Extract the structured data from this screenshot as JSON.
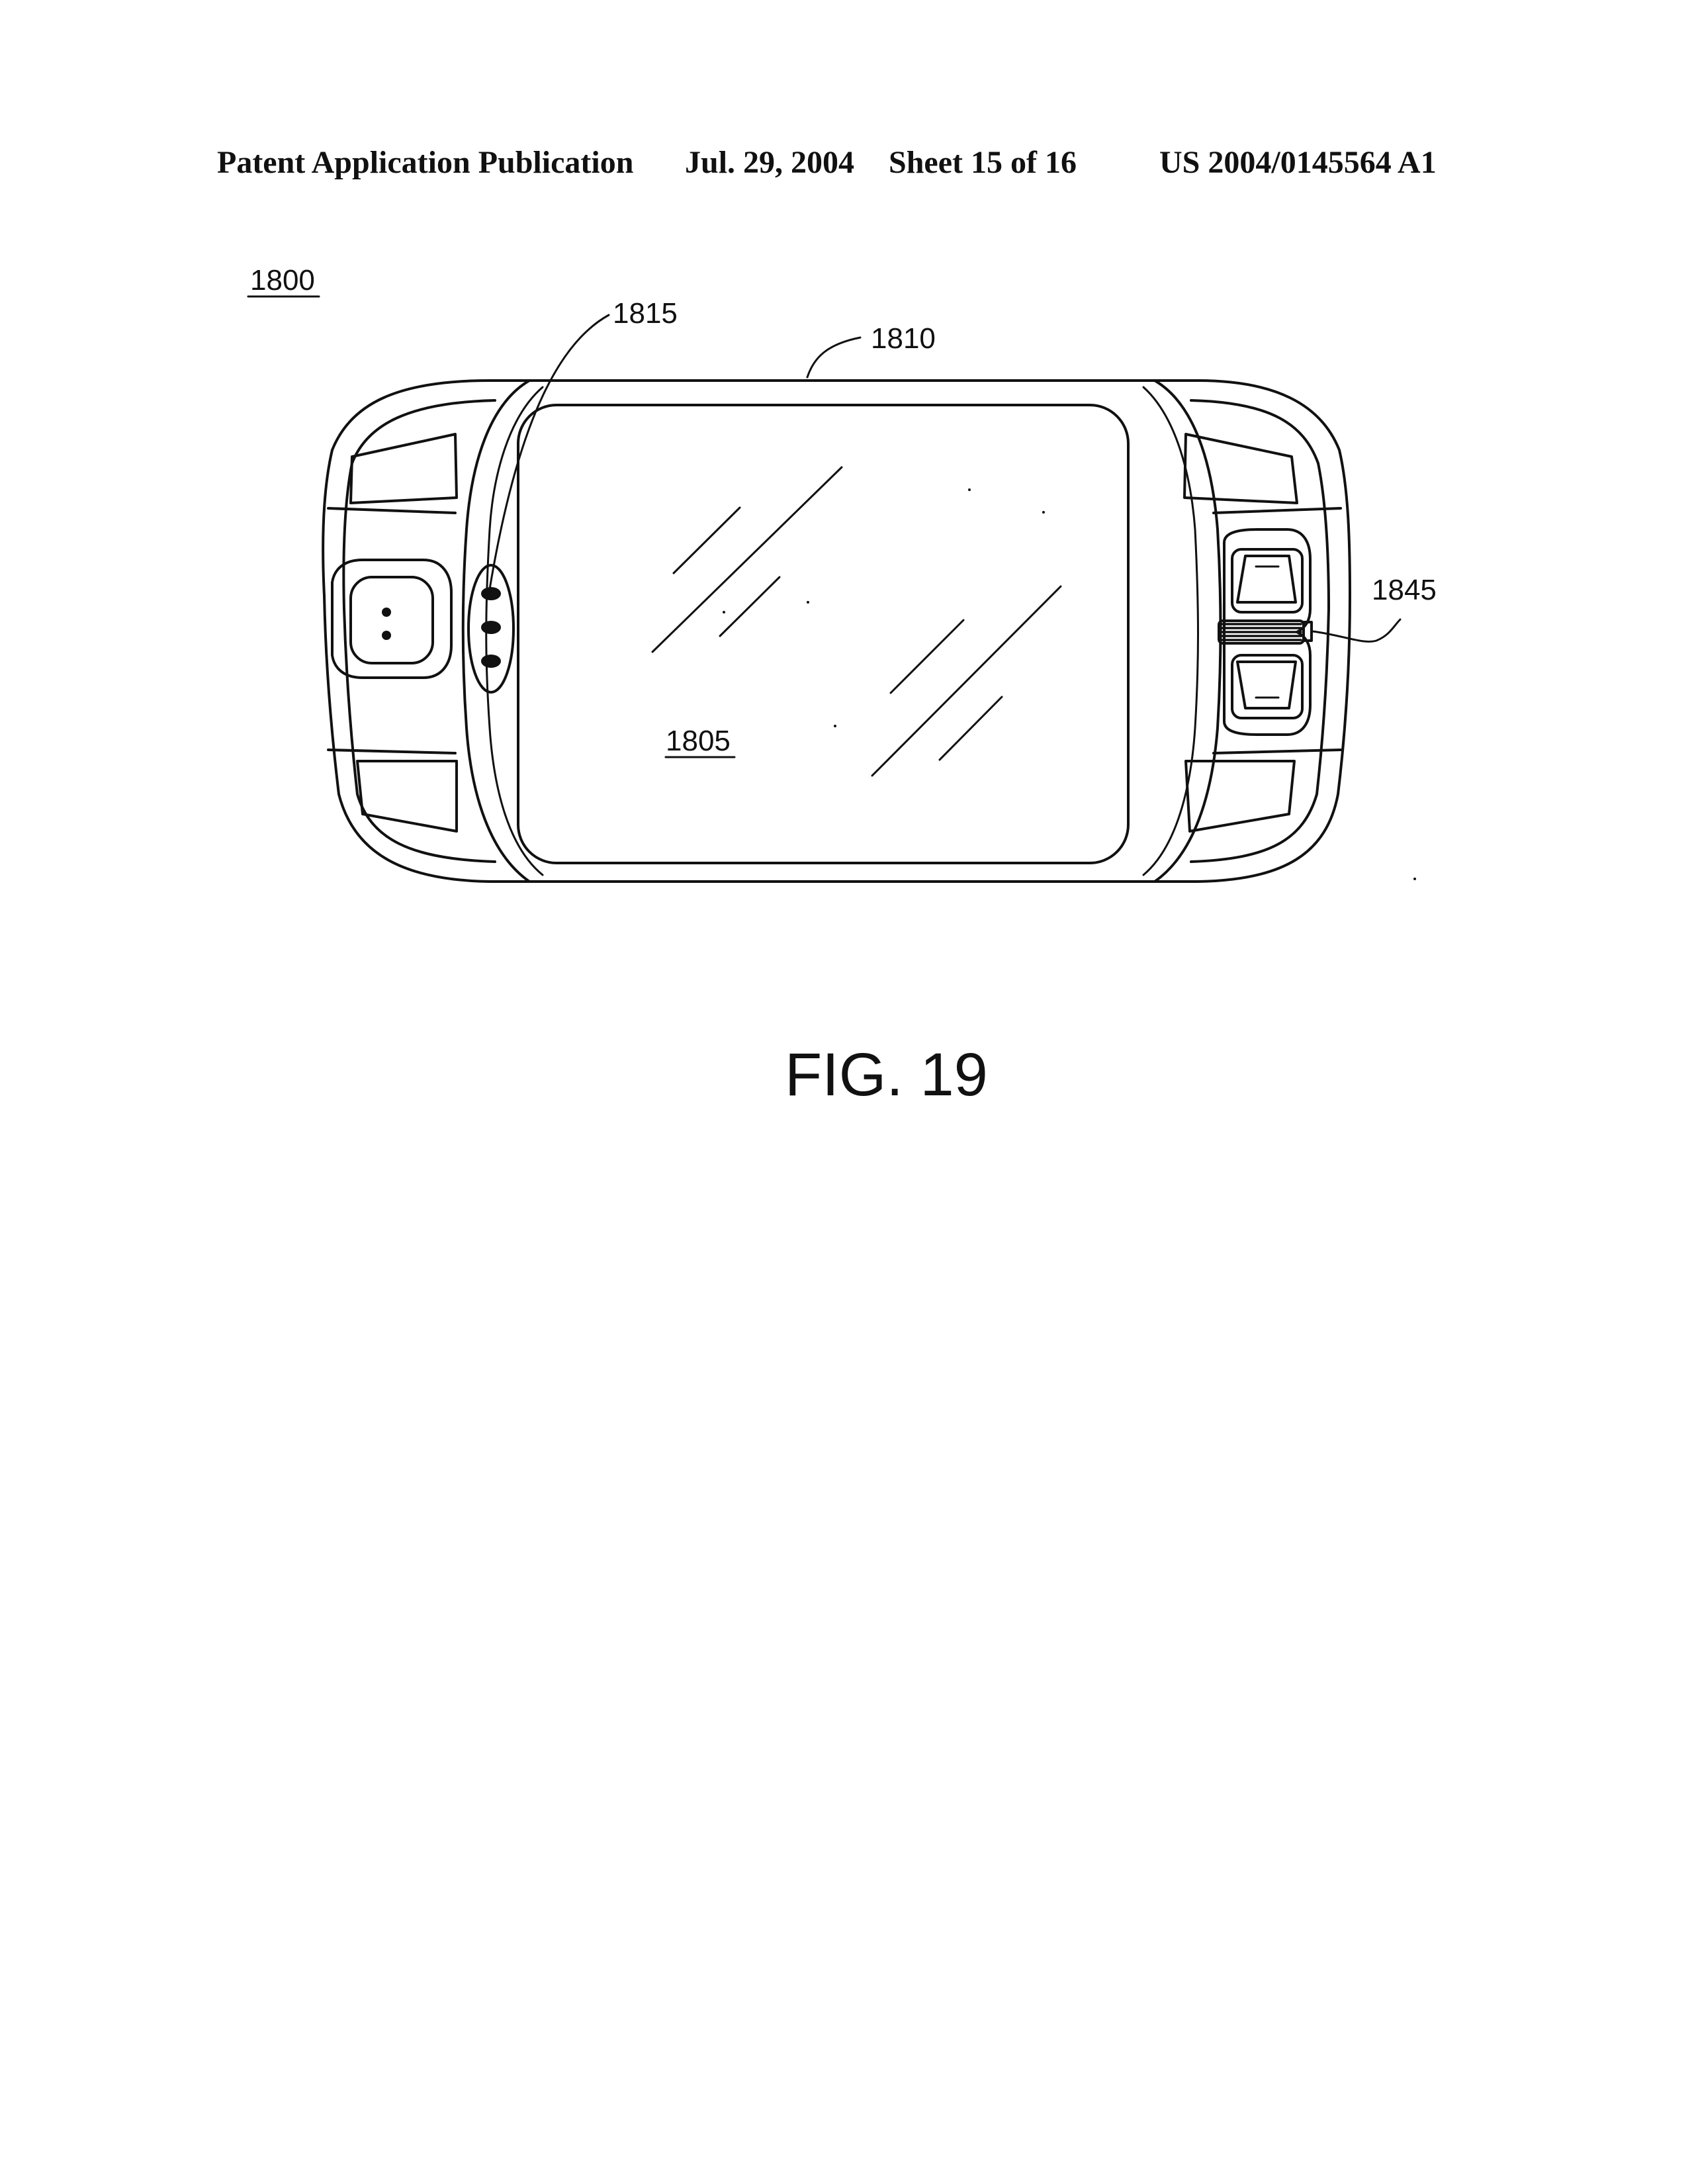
{
  "header": {
    "publication": "Patent Application Publication",
    "date": "Jul. 29, 2004",
    "sheet": "Sheet 15 of 16",
    "number": "US 2004/0145564 A1"
  },
  "figure": {
    "label": "FIG. 19",
    "refs": {
      "device": "1800",
      "screen": "1805",
      "housing": "1810",
      "side_buttons": "1815",
      "indicator": "1845"
    }
  }
}
